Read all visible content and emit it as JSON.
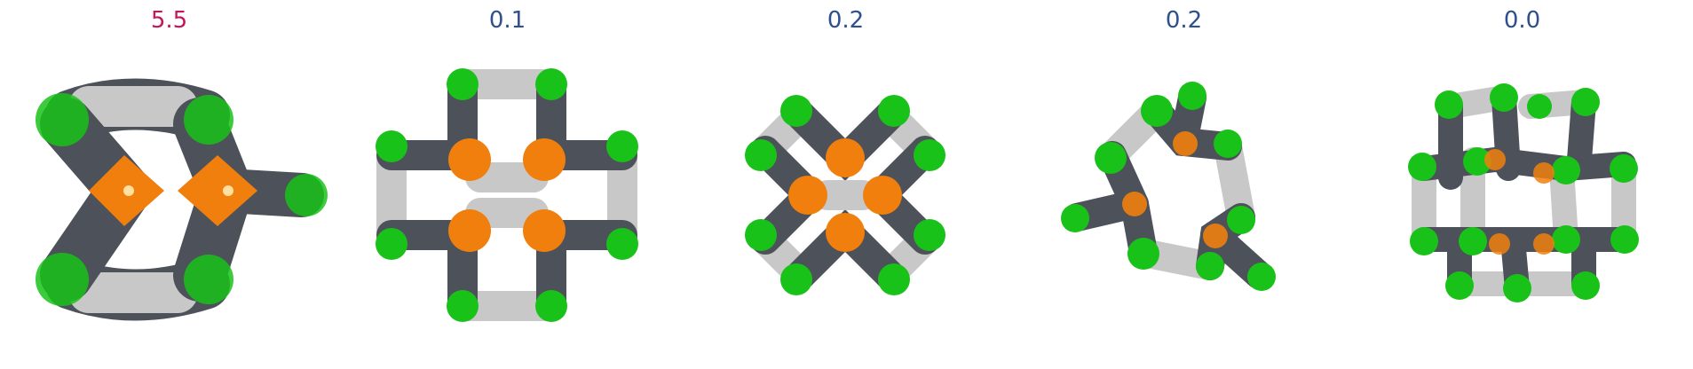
{
  "panels": [
    {
      "value": "5.5",
      "color": "#c2185b"
    },
    {
      "value": "0.1",
      "color": "#2f4f8f"
    },
    {
      "value": "0.2",
      "color": "#2f4f8f"
    },
    {
      "value": "0.2",
      "color": "#2f4f8f"
    },
    {
      "value": "0.0",
      "color": "#2f4f8f"
    }
  ],
  "atom_colors": {
    "orange": "#f07f0e",
    "green": "#19c219",
    "dark": "#4d5159",
    "light": "#c8c8c8"
  }
}
